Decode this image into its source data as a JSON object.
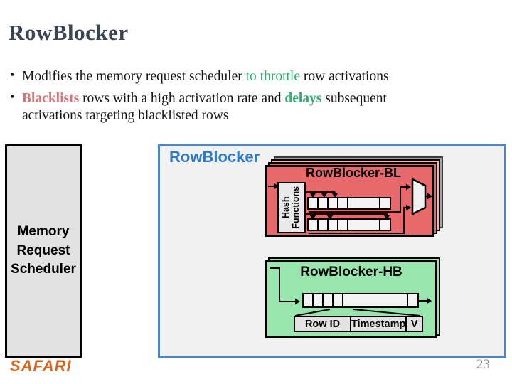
{
  "slide": {
    "title": "RowBlocker",
    "page_number": "23",
    "logo_text": "SAFARI"
  },
  "bullets": {
    "b1": {
      "pre": "Modifies the memory request scheduler ",
      "green": "to throttle",
      "post": " row activations"
    },
    "b2": {
      "red": "Blacklists",
      "mid": " rows with a high activation rate and ",
      "green": "delays",
      "post": " subsequent",
      "line2": "activations targeting blacklisted rows"
    }
  },
  "diagram": {
    "scheduler": {
      "line1": "Memory",
      "line2": "Request",
      "line3": "Scheduler"
    },
    "rowblocker_label": "RowBlocker",
    "bl": {
      "title": "RowBlocker-BL",
      "hash_line1": "Hash",
      "hash_line2": "Functions"
    },
    "hb": {
      "title": "RowBlocker-HB",
      "field_row_id": "Row ID",
      "field_timestamp": "Timestamp",
      "field_valid": "V"
    }
  },
  "colors": {
    "title_dark": "#3c4454",
    "accent_blue_label": "#2e79c9",
    "container_border_blue": "#4a86c6",
    "bl_red": "#e8696c",
    "bl_pink_layer": "#f2b6ba",
    "bl_gray_layer": "#a5a1a2",
    "hb_green": "#98e5ad",
    "text_green": "#2fae74",
    "text_coral": "#d97377",
    "logo_orange": "#d9661f"
  }
}
